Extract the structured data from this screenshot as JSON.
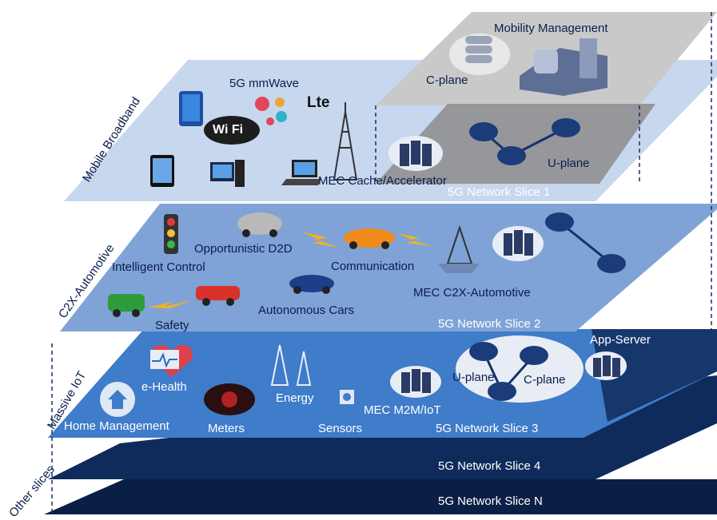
{
  "diagram": {
    "side_labels": {
      "mobile_broadband": "Mobile Broadband",
      "c2x_automotive": "C2X-Automotive",
      "massive_iot": "Massive IoT",
      "other_slices": "Other slices"
    },
    "slices": {
      "slice1": "5G Network Slice 1",
      "slice2": "5G Network Slice 2",
      "slice3": "5G Network Slice 3",
      "slice4": "5G Network Slice 4",
      "sliceN": "5G Network Slice N"
    },
    "slice1": {
      "mobility_management": "Mobility Management",
      "c_plane": "C-plane",
      "u_plane": "U-plane",
      "mmwave": "5G mmWave",
      "lte": "Lte",
      "wifi": "Wi Fi",
      "mec": "MEC Cache/Accelerator"
    },
    "slice2": {
      "d2d": "Opportunistic D2D",
      "intelligent_control": "Intelligent Control",
      "communication": "Communication",
      "mec": "MEC C2X-Automotive",
      "autonomous_cars": "Autonomous Cars",
      "safety": "Safety"
    },
    "slice3": {
      "app_server": "App-Server",
      "u_plane": "U-plane",
      "c_plane": "C-plane",
      "ehealth": "e-Health",
      "energy": "Energy",
      "mec": "MEC M2M/IoT",
      "home_management": "Home Management",
      "meters": "Meters",
      "sensors": "Sensors"
    },
    "colors": {
      "slice1": "#c7d7ee",
      "slice2": "#7fa3d6",
      "slice3": "#3f7cc9",
      "slice4": "#0f2b5c",
      "sliceN": "#0a1f45",
      "dark_text": "#0b1e4a"
    }
  }
}
